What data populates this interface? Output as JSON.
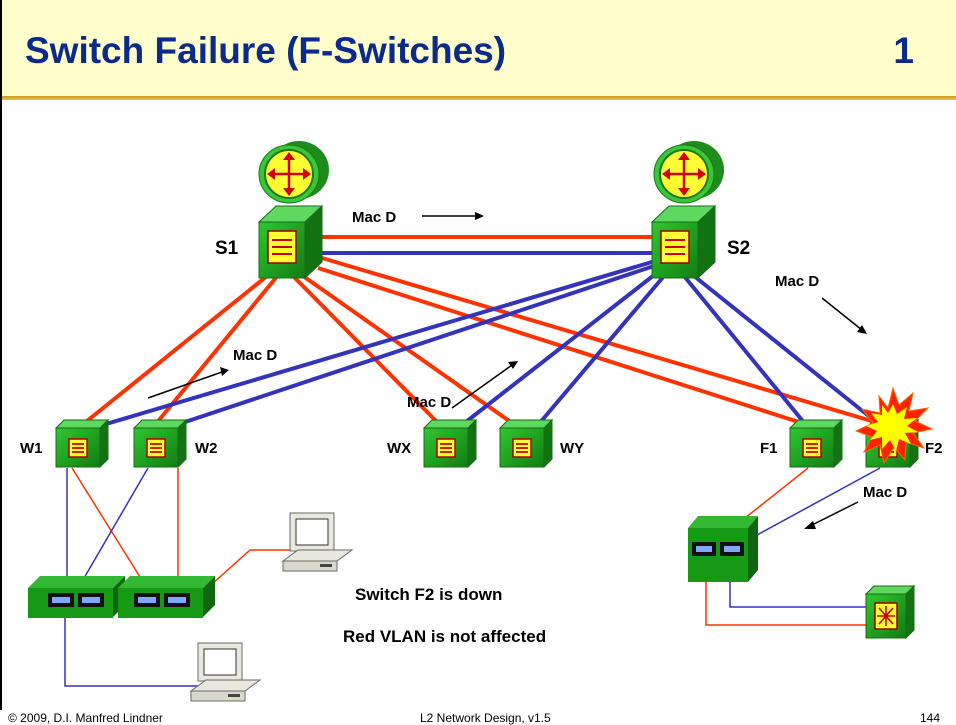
{
  "slide": {
    "title": "Switch Failure (F-Switches)",
    "page_number": "1"
  },
  "core_switches": [
    {
      "id": "S1",
      "label": "S1"
    },
    {
      "id": "S2",
      "label": "S2"
    }
  ],
  "access_switches": [
    {
      "id": "W1",
      "label": "W1"
    },
    {
      "id": "W2",
      "label": "W2"
    },
    {
      "id": "WX",
      "label": "WX"
    },
    {
      "id": "WY",
      "label": "WY"
    },
    {
      "id": "F1",
      "label": "F1"
    },
    {
      "id": "F2",
      "label": "F2",
      "status": "down"
    }
  ],
  "frame_labels": {
    "top": "Mac D",
    "right": "Mac D",
    "left": "Mac D",
    "center": "Mac D",
    "bottom_right": "Mac D"
  },
  "notes": {
    "line1": "Switch F2 is down",
    "line2": "Red VLAN is not affected"
  },
  "footer": {
    "copyright": "© 2009, D.I. Manfred Lindner",
    "course": "L2 Network Design, v1.5",
    "page": "144"
  },
  "colors": {
    "title": "#0b2a8c",
    "header_bg": "#ffffcc",
    "red_vlan": "#ff3300",
    "blue_vlan": "#3333bb",
    "device_green": "#1c9a1c",
    "device_yellow": "#ffff33"
  }
}
